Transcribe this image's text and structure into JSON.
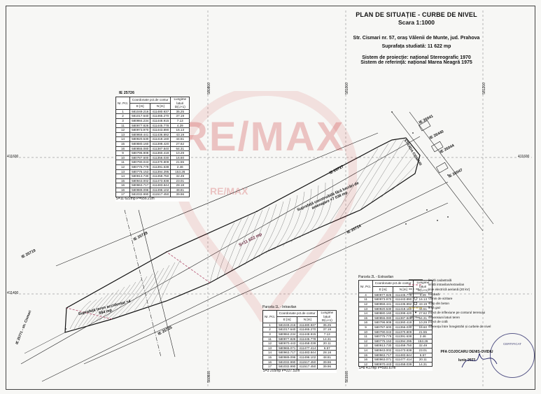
{
  "title": {
    "main": "PLAN DE SITUAȚIE - CURBE DE NIVEL",
    "scale": "Scara 1:1000",
    "address": "Str. Cismari nr. 57, oraș Vălenii de Munte, jud. Prahova",
    "area": "Suprafața studiată: 11 622 mp",
    "projection": "Sistem de proiecție: național Stereografic 1970",
    "reference": "Sistem de referință: național Marea Neagră 1975"
  },
  "grid_labels": {
    "x1": "580800",
    "x2": "581000",
    "x3": "581200",
    "y1": "411600",
    "y2": "411400"
  },
  "parcel_labels": {
    "ie_25726": "IE 25726",
    "ie_25727": "IE 25727",
    "ie_25728": "IE 25728",
    "ie_25725": "IE 25725",
    "ie_25724": "IE 25724",
    "ie_26041": "IE 26041",
    "ie_26440": "IE 26440",
    "ie_26044": "IE 26044",
    "ie_26047": "IE 26047",
    "ie_25719": "IE 25719",
    "road": "IE 25771 - str. Cismari",
    "street": "STRADA CISMARI"
  },
  "annotations": {
    "buildable": "Suprafață construibilă fără lucrări de amenajare =7 038 mp",
    "accidental": "Suprafață teren accidentat =4 584 mp",
    "parcel_total": "S=11 622 mp"
  },
  "table_main": {
    "caption": "IE 25726",
    "header_nr": "Nr. Pct.",
    "header_coord": "Coordonate pct.de contur",
    "header_e": "E [m]",
    "header_n": "N [m]",
    "header_len": "Lungime laturi D(i,i+1)",
    "rows": [
      [
        "1",
        "581049.216",
        "411480.937",
        "35.25"
      ],
      [
        "2",
        "581017.640",
        "411465.270",
        "37.19"
      ],
      [
        "3",
        "580984.234",
        "411448.915",
        "7.13"
      ],
      [
        "11",
        "580977.826",
        "411445.778",
        "4.29"
      ],
      [
        "12",
        "580973.970",
        "411443.890",
        "16.13"
      ],
      [
        "13",
        "580959.441",
        "411436.892",
        "43.19"
      ],
      [
        "14",
        "580920.530",
        "411418.160",
        "44.51"
      ],
      [
        "15",
        "580880.160",
        "411399.420",
        "27.62"
      ],
      [
        "16",
        "580855.080",
        "411387.840",
        "64.31"
      ],
      [
        "9",
        "580796.908",
        "411360.418",
        "10.29"
      ],
      [
        "10",
        "580787.600",
        "411356.030",
        "16.60"
      ],
      [
        "11",
        "580790.043",
        "411370.809",
        "21.55"
      ],
      [
        "12",
        "580775.779",
        "411391.638",
        "2.46"
      ],
      [
        "13",
        "580775.153",
        "411394.295",
        "153.26"
      ],
      [
        "14",
        "580913.730",
        "411459.750",
        "32.49"
      ],
      [
        "15",
        "580943.002",
        "411473.838",
        "23.01"
      ],
      [
        "16",
        "580963.717",
        "411483.844",
        "28.18"
      ],
      [
        "16",
        "580989.096",
        "411496.102",
        "48.81"
      ],
      [
        "17",
        "581032.990",
        "411517.450",
        "39.96"
      ]
    ],
    "footer": "S=11 622mp P=656.21m"
  },
  "table_intra": {
    "caption": "Parcela 1L - Intravilan",
    "header_nr": "Nr. Pct.",
    "header_coord": "Coordonate pct.de contur",
    "header_e": "E [m]",
    "header_n": "N [m]",
    "header_len": "Lungime laturi D(i,i+1)",
    "rows": [
      [
        "1",
        "581049.216",
        "411480.937",
        "35.25"
      ],
      [
        "2",
        "581017.640",
        "411465.270",
        "37.19"
      ],
      [
        "3",
        "580984.234",
        "411448.915",
        "7.13"
      ],
      [
        "11",
        "580977.826",
        "411445.778",
        "14.31"
      ],
      [
        "12",
        "580970.443",
        "411458.039",
        "20.11"
      ],
      [
        "13",
        "580965.071",
        "411477.414",
        "6.57"
      ],
      [
        "14",
        "580963.717",
        "411483.844",
        "28.18"
      ],
      [
        "15",
        "580989.096",
        "411496.102",
        "48.81"
      ],
      [
        "16",
        "581032.990",
        "411517.450",
        "39.96"
      ],
      [
        "17",
        "581032.990",
        "411517.450",
        "39.96"
      ]
    ],
    "footer": "S=3 205mp P=227.52m"
  },
  "table_extra": {
    "caption": "Parcela 2L - Extravilan",
    "header_nr": "Nr. Pct.",
    "header_coord": "Coordonate pct.de contur",
    "header_e": "E [m]",
    "header_n": "N [m]",
    "header_len": "Lungime laturi D(i,i+1)",
    "rows": [
      [
        "4",
        "580977.826",
        "411445.778",
        "4.29"
      ],
      [
        "11",
        "580973.970",
        "411443.890",
        "16.13"
      ],
      [
        "12",
        "580959.441",
        "411436.892",
        "43.19"
      ],
      [
        "13",
        "580920.530",
        "411418.160",
        "44.51"
      ],
      [
        "14",
        "580880.160",
        "411399.420",
        "27.62"
      ],
      [
        "15",
        "580855.080",
        "411387.840",
        "64.31"
      ],
      [
        "16",
        "580796.908",
        "411360.418",
        "10.29"
      ],
      [
        "9",
        "580787.600",
        "411356.030",
        "16.60"
      ],
      [
        "10",
        "580790.043",
        "411370.809",
        "21.55"
      ],
      [
        "11",
        "580775.779",
        "411391.638",
        "2.46"
      ],
      [
        "12",
        "580775.153",
        "411394.295",
        "153.26"
      ],
      [
        "13",
        "580913.730",
        "411459.750",
        "32.49"
      ],
      [
        "14",
        "580943.002",
        "411473.838",
        "23.01"
      ],
      [
        "15",
        "580963.717",
        "411483.844",
        "6.57"
      ],
      [
        "16",
        "580963.071",
        "411477.414",
        "20.11"
      ],
      [
        "12",
        "580970.443",
        "411458.039",
        "14.31"
      ]
    ],
    "footer": "S=8 417mp P=500.67m"
  },
  "legend": [
    {
      "icon": "cadastral-line-icon",
      "label": "limită cadastrală"
    },
    {
      "icon": "intra-extra-line-icon",
      "label": "limită intravilan/extravilan"
    },
    {
      "icon": "power-line-icon",
      "label": "linie electrică aeriană (20 kV)"
    },
    {
      "icon": "curb-icon",
      "label": "bordură"
    },
    {
      "icon": "manhole-icon",
      "label": "cămin de vizitare"
    },
    {
      "icon": "concrete-pole-icon",
      "label": "stâlp din beton"
    },
    {
      "icon": "gas-pipe-icon",
      "label": "fință gaz"
    },
    {
      "icon": "inflection-point-icon",
      "label": "punct de inflexiune pe conturul terenului"
    },
    {
      "icon": "side-length-icon",
      "label": "dimensiuni laturi teren"
    },
    {
      "icon": "elevation-point-icon",
      "label": "punct de cotă"
    },
    {
      "icon": "level-diff-icon",
      "label": "diferența între înregistrări și curbele de nivel"
    }
  ],
  "signature": {
    "name": "PFA COJOCARU DENIS-OVIDIU",
    "date": "Iunie 2023",
    "stamp_text": "CERTIFICAT"
  },
  "watermark": {
    "brand": "RE/MAX",
    "small": "RE/MAX"
  },
  "colors": {
    "watermark": "#cd3c3c",
    "line": "#222222",
    "contour": "#555555"
  }
}
